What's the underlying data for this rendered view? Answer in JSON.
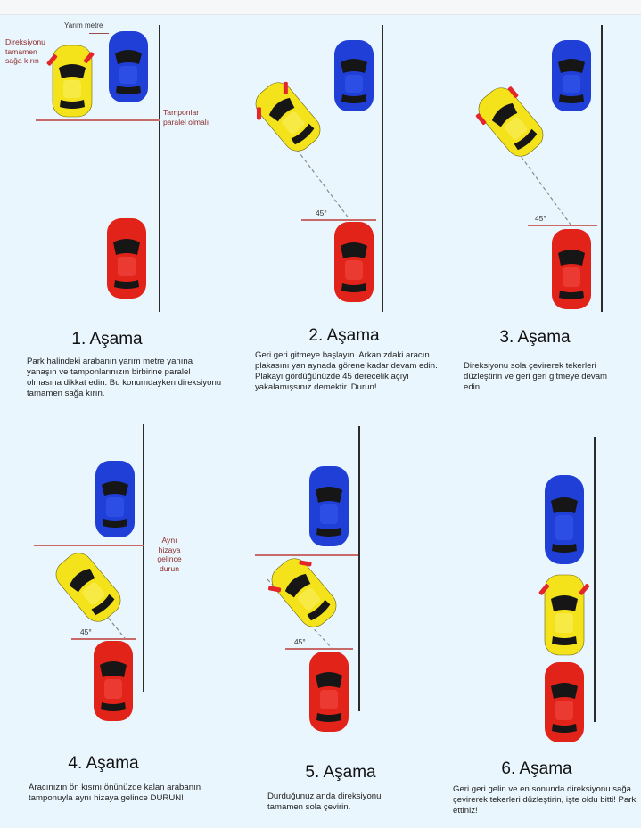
{
  "steps": [
    {
      "title": "1. Aşama",
      "text": "Park halindeki arabanın yarım metre yanına yanaşın ve tamponlarınızın birbirine paralel olmasına dikkat edin. Bu konumdayken direksiyonu tamamen sağa kırın."
    },
    {
      "title": "2. Aşama",
      "text": "Geri geri gitmeye başlayın. Arkanızdaki aracın plakasını yan aynada görene kadar devam edin. Plakayı gördüğünüzde 45 derecelik açıyı yakalamışsınız demektir. Durun!"
    },
    {
      "title": "3. Aşama",
      "text": "Direksiyonu sola çevirerek tekerleri düzleştirin ve geri geri gitmeye devam edin."
    },
    {
      "title": "4. Aşama",
      "text": "Aracınızın ön kısmı önünüzde kalan arabanın tamponuyla aynı hizaya gelince DURUN!"
    },
    {
      "title": "5. Aşama",
      "text": "Durduğunuz anda direksiyonu tamamen sola çevirin."
    },
    {
      "title": "6. Aşama",
      "text": "Geri geri gelin ve en sonunda direksiyonu sağa çevirerek tekerleri düzleştirin, işte oldu bitti! Park ettiniz!"
    }
  ],
  "notes": {
    "half_metre": "Yarım metre",
    "steer_right": "Direksiyonu tamamen sağa kırın",
    "bumpers_parallel": "Tamponlar paralel olmalı",
    "same_level": "Aynı hizaya gelince durun",
    "angle": "45°"
  },
  "colors": {
    "background": "#eaf6fd",
    "yellow_car": "#f4e21a",
    "blue_car": "#1f3fd6",
    "red_car": "#e2231a",
    "wheel_mark": "#e3262b",
    "curb": "#2b2b2b",
    "note_text": "#8b2a2a"
  },
  "icons": {
    "car": "car-top-view-icon",
    "turned_wheel": "turned-wheel-mark-icon"
  }
}
